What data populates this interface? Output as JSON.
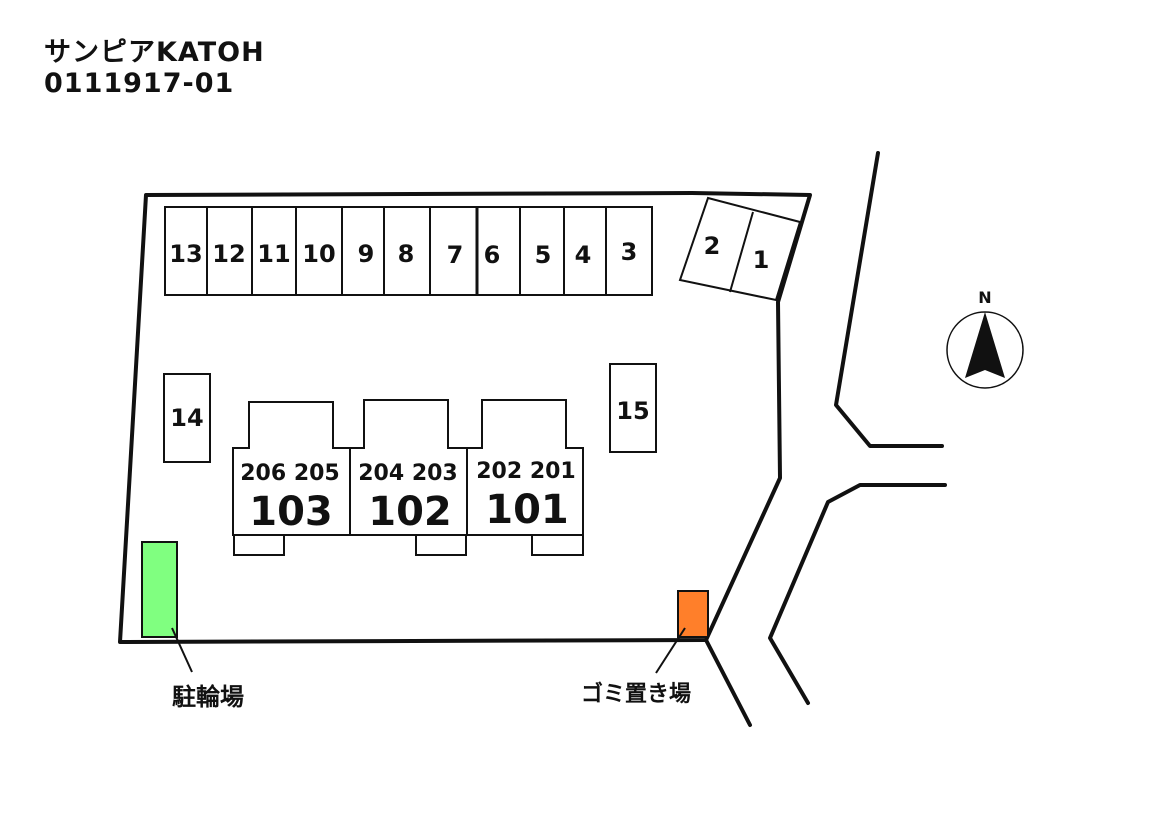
{
  "header": {
    "title": "サンピアKATOH",
    "code": "0111917-01"
  },
  "compass": {
    "label": "N"
  },
  "parking": {
    "row": [
      "13",
      "12",
      "11",
      "10",
      "9",
      "8",
      "7",
      "6",
      "5",
      "4",
      "3"
    ],
    "corner": [
      "2",
      "1"
    ],
    "left": "14",
    "right": "15"
  },
  "buildings": [
    {
      "upper": "206 205",
      "unit": "103"
    },
    {
      "upper": "204 203",
      "unit": "102"
    },
    {
      "upper": "202 201",
      "unit": "101"
    }
  ],
  "facilities": {
    "bike": {
      "label": "駐輪場",
      "color": "#80ff80"
    },
    "garbage": {
      "label": "ゴミ置き場",
      "color": "#ff7f2a"
    }
  }
}
